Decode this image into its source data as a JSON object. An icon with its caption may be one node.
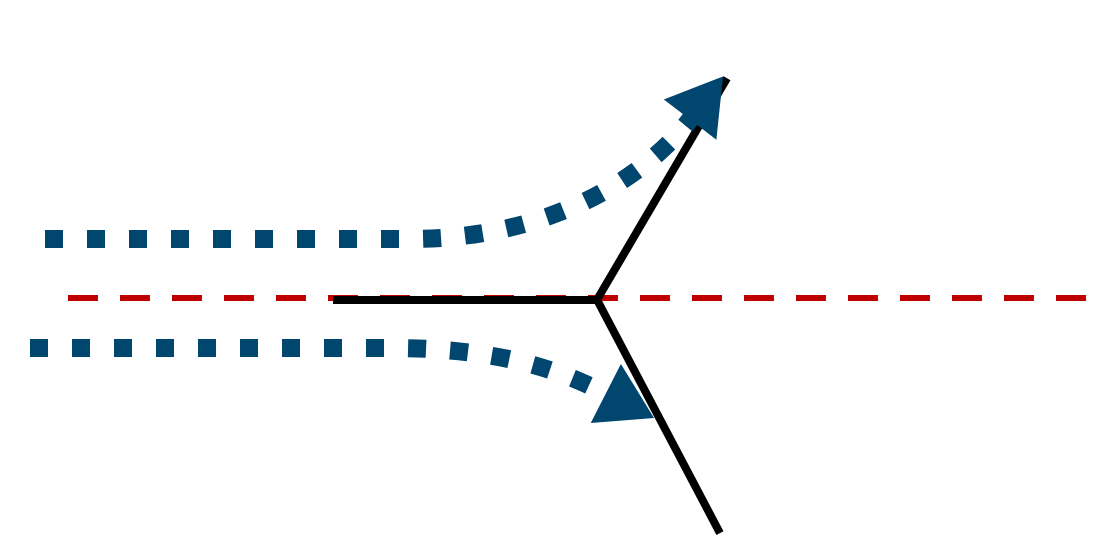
{
  "diagram": {
    "nodes": [
      {
        "text": [],
        "shape": "bar"
      },
      {
        "text": [],
        "shape": "bar"
      },
      {
        "text": [],
        "shape": "bar"
      }
    ],
    "edges": [
      {
        "from": null,
        "to": 1,
        "arrow": "to",
        "style": "dashed"
      },
      {
        "from": null,
        "to": 2,
        "arrow": "to",
        "style": "dashed"
      }
    ]
  }
}
